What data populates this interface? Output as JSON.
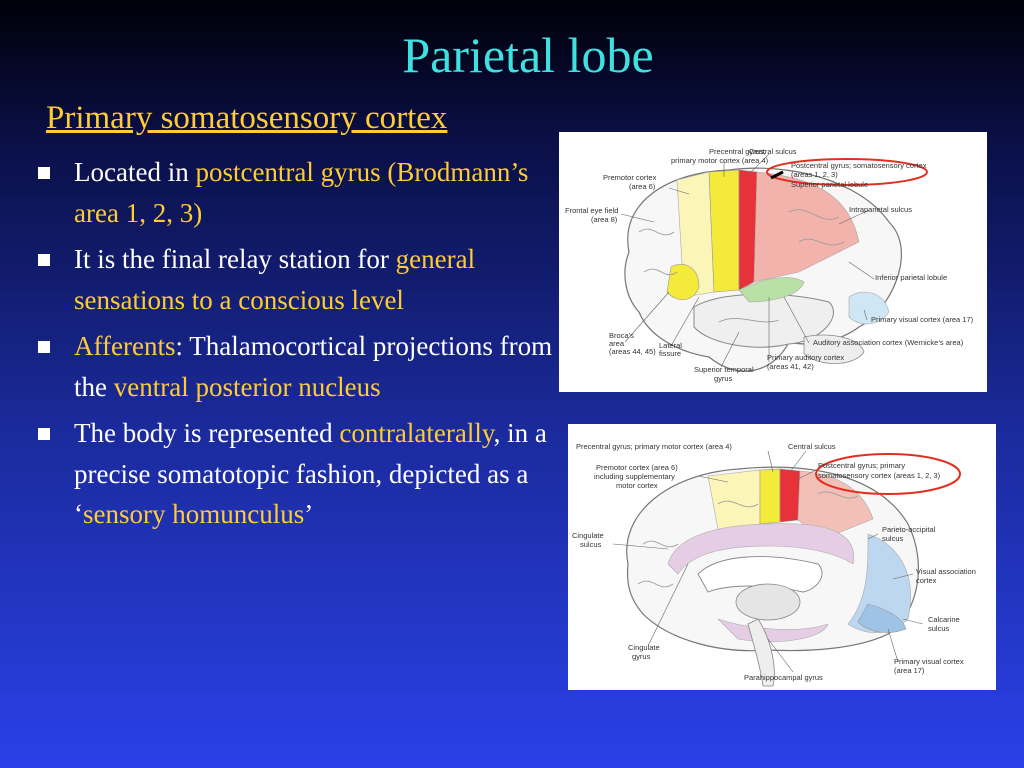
{
  "slide": {
    "title": "Parietal lobe",
    "subtitle": "Primary somatosensory cortex",
    "bullets": [
      {
        "parts": [
          "Located in ",
          "postcentral gyrus (Brodmann’s area 1, 2, 3)"
        ]
      },
      {
        "parts": [
          "It is the final relay station for ",
          "general sensations to a conscious level"
        ]
      },
      {
        "parts": [
          "Afferents",
          ": Thalamocortical projections from the ",
          "ventral posterior nucleus"
        ]
      },
      {
        "parts": [
          "The body is represented ",
          "contralaterally",
          ", in a precise somatotopic fashion, depicted as a ‘",
          "sensory homunculus",
          "’"
        ]
      }
    ],
    "colors": {
      "title": "#3fe0e0",
      "highlight": "#ffcc33",
      "text": "#ffffff",
      "annotation_circle": "#e03020"
    }
  },
  "figure_lateral": {
    "labels": {
      "precentral": "Precentral gyrus;",
      "precentral2": "primary motor cortex (area 4)",
      "central_sulcus": "Central sulcus",
      "postcentral": "Postcentral gyrus; somatosensory cortex",
      "postcentral2": "(areas 1, 2, 3)",
      "sup_parietal": "Superior parietal lobule",
      "premotor": "Premotor cortex",
      "premotor2": "(area 6)",
      "frontal_eye": "Frontal eye field",
      "frontal_eye2": "(area 8)",
      "intraparietal": "Intraparietal sulcus",
      "inf_parietal": "Inferior parietal lobule",
      "primary_visual": "Primary visual cortex (area 17)",
      "auditory_assoc": "Auditory association cortex (Wernicke’s area)",
      "broca": "Broca’s",
      "broca2": "area",
      "broca3": "(areas 44, 45)",
      "lateral": "Lateral",
      "lateral2": "fissure",
      "sup_temporal": "Superior temporal",
      "sup_temporal2": "gyrus",
      "primary_aud": "Primary auditory cortex",
      "primary_aud2": "(areas 41, 42)"
    }
  },
  "figure_medial": {
    "labels": {
      "precentral": "Precentral gyrus; primary motor cortex (area 4)",
      "central_sulcus": "Central sulcus",
      "premotor": "Premotor cortex (area 6)",
      "premotor2": "including supplementary",
      "premotor3": "motor cortex",
      "postcentral": "Postcentral gyrus; primary",
      "postcentral2": "somatosensory cortex (areas 1, 2, 3)",
      "cingulate_sulcus": "Cingulate",
      "cingulate_sulcus2": "sulcus",
      "parieto_occipital": "Parieto-occipital",
      "parieto_occipital2": "sulcus",
      "visual_assoc": "Visual association",
      "visual_assoc2": "cortex",
      "calcarine": "Calcarine",
      "calcarine2": "sulcus",
      "cingulate_gyrus": "Cingulate",
      "cingulate_gyrus2": "gyrus",
      "primary_visual": "Primary visual cortex",
      "primary_visual2": "(area 17)",
      "parahippocampal": "Parahippocampal gyrus"
    }
  }
}
